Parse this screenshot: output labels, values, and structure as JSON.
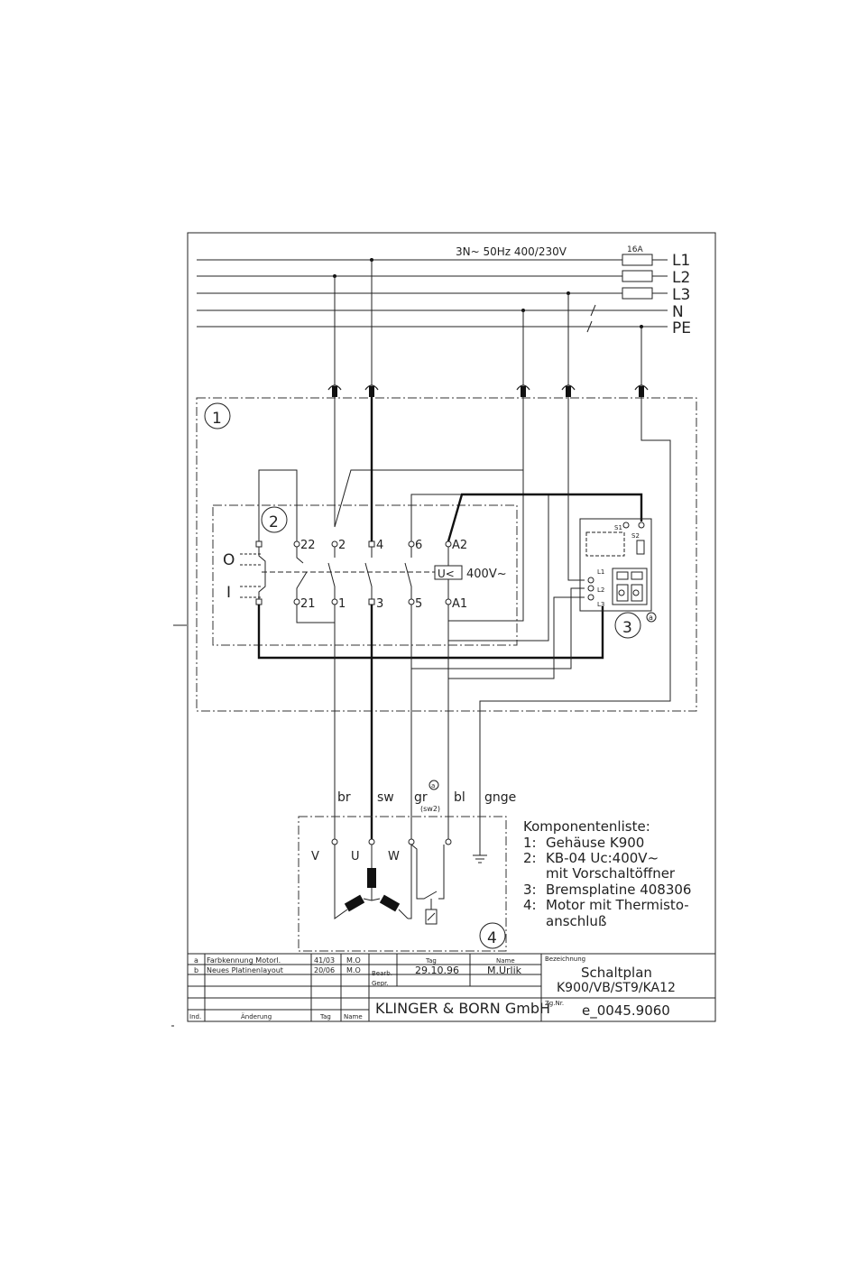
{
  "supply": {
    "spec": "3N~ 50Hz 400/230V",
    "fuse_rating": "16A",
    "lines": [
      "L1",
      "L2",
      "L3",
      "N",
      "PE"
    ]
  },
  "components": {
    "housing_no": "1",
    "contactor_no": "2",
    "brake_board_no": "3",
    "motor_no": "4",
    "revision_mark": "a"
  },
  "contactor": {
    "switch_off_label": "O",
    "switch_on_label": "I",
    "terminals_top": [
      "22",
      "2",
      "4",
      "6",
      "A2"
    ],
    "terminals_bottom": [
      "21",
      "1",
      "3",
      "5",
      "A1"
    ],
    "coil_symbol": "U<",
    "coil_voltage": "400V~"
  },
  "brake_board": {
    "pin_labels": [
      "S1",
      "S2",
      "L1",
      "L2",
      "L3"
    ]
  },
  "wires": {
    "colors": [
      "br",
      "sw",
      "gr",
      "bl",
      "gnge"
    ],
    "gr_sub": "(sw2)",
    "gr_mark": "a"
  },
  "motor": {
    "terminals": [
      "V",
      "U",
      "W"
    ]
  },
  "component_list": {
    "title": "Komponentenliste:",
    "items": [
      {
        "num": "1:",
        "text": "Gehäuse K900"
      },
      {
        "num": "2:",
        "text": "KB-04 Uc:400V~"
      },
      {
        "num": "",
        "text": "mit Vorschaltöffner"
      },
      {
        "num": "3:",
        "text": "Bremsplatine 408306"
      },
      {
        "num": "4:",
        "text": "Motor mit Thermisto-"
      },
      {
        "num": "",
        "text": "anschluß"
      }
    ]
  },
  "title_block": {
    "revisions": [
      {
        "idx": "a",
        "change": "Farbkennung Motorl.",
        "date": "41/03",
        "name": "M.O"
      },
      {
        "idx": "b",
        "change": "Neues Platinenlayout",
        "date": "20/06",
        "name": "M.O"
      }
    ],
    "col_ind": "Ind.",
    "col_change": "Änderung",
    "col_day": "Tag",
    "col_name": "Name",
    "hdr_day": "Tag",
    "hdr_name": "Name",
    "row_edited": "Bearb.",
    "row_checked": "Gepr.",
    "edited_date": "29.10.96",
    "edited_name": "M.Urlik",
    "company": "KLINGER & BORN GmbH",
    "designation_label": "Bezeichnung",
    "title": "Schaltplan",
    "subtitle": "K900/VB/ST9/KA12",
    "drawing_no_label": "Zg.Nr.",
    "drawing_no": "e_0045.9060"
  }
}
